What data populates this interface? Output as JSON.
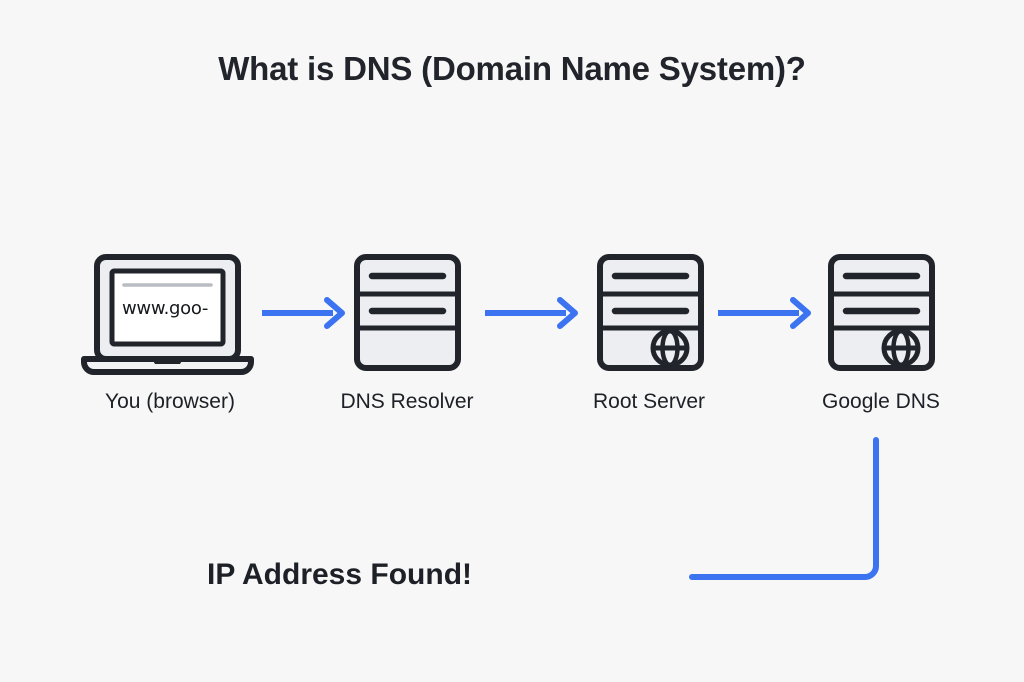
{
  "page": {
    "title": "What is DNS (Domain Name System)?",
    "background_color": "#f7f7f7",
    "accent_color": "#3b73f0",
    "ink_color": "#21242b",
    "panel_color": "#eceef1"
  },
  "flow": {
    "nodes": [
      {
        "id": "browser",
        "label": "You (browser)",
        "icon": "laptop-icon",
        "screen_text": "www.goo-"
      },
      {
        "id": "resolver",
        "label": "DNS Resolver",
        "icon": "server-icon"
      },
      {
        "id": "root",
        "label": "Root Server",
        "icon": "server-globe-icon"
      },
      {
        "id": "google",
        "label": "Google DNS",
        "icon": "server-globe-icon"
      }
    ],
    "arrows": [
      {
        "from": "browser",
        "to": "resolver",
        "direction": "right"
      },
      {
        "from": "resolver",
        "to": "root",
        "direction": "right"
      },
      {
        "from": "root",
        "to": "google",
        "direction": "right"
      }
    ],
    "return_path": {
      "label": "IP Address Found!",
      "from": "google",
      "to": "browser",
      "style": "elbow"
    }
  }
}
